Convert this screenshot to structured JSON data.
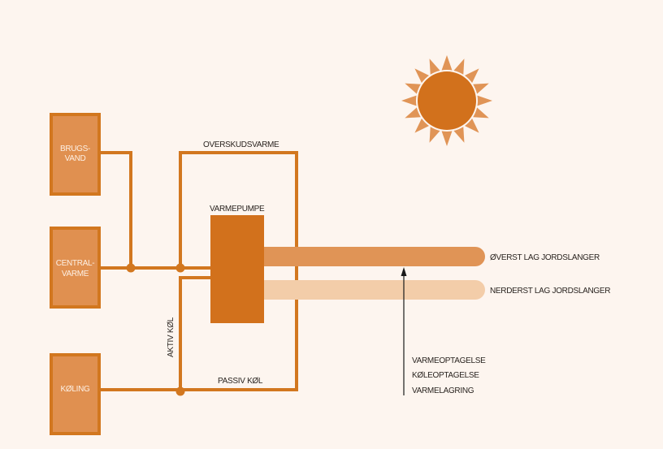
{
  "colors": {
    "background": "#fdf5ef",
    "pipe": "#d2771f",
    "box_fill": "#e09050",
    "box_border": "#d2771f",
    "pump": "#d2711c",
    "upper_layer": "#e09456",
    "lower_layer": "#f3cda9",
    "sun_core": "#d2711c",
    "sun_rays": "#e09456",
    "text": "#2a2420",
    "arrow": "#1a1a1a"
  },
  "boxes": [
    {
      "id": "brugsvand",
      "lines": [
        "BRUGS-",
        "VAND"
      ]
    },
    {
      "id": "centralvarme",
      "lines": [
        "CENTRAL-",
        "VARME"
      ]
    },
    {
      "id": "koling",
      "lines": [
        "KØLING"
      ]
    }
  ],
  "labels": {
    "overskudsvarme": "OVERSKUDSVARME",
    "varmepumpe": "VARMEPUMPE",
    "aktiv_kol": "AKTIV KØL",
    "passiv_kol": "PASSIV KØL",
    "upper_layer": "ØVERST LAG JORDSLANGER",
    "lower_layer": "NERDERST LAG JORDSLANGER"
  },
  "arrow_labels": [
    "VARMEOPTAGELSE",
    "KØLEOPTAGELSE",
    "VARMELAGRING"
  ],
  "icons": {
    "sun": "sun-icon"
  }
}
